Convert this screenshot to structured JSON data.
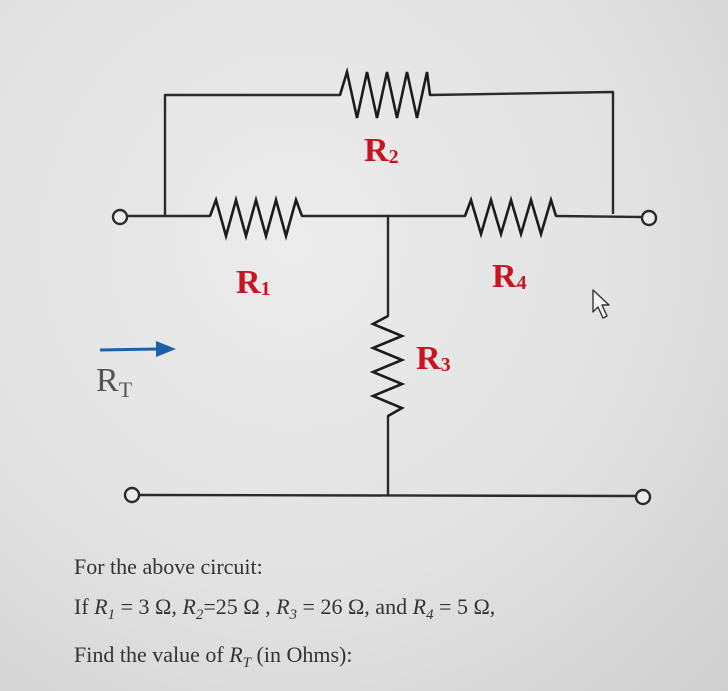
{
  "diagram": {
    "labels": {
      "r1": {
        "base": "R",
        "sub": "1"
      },
      "r2": {
        "base": "R",
        "sub": "2"
      },
      "r3": {
        "base": "R",
        "sub": "3"
      },
      "r4": {
        "base": "R",
        "sub": "4"
      },
      "rt": {
        "base": "R",
        "sub": "T"
      }
    },
    "colors": {
      "label": "#c8141e",
      "wire": "#2a2a2a",
      "arrow": "#1f5fa8"
    }
  },
  "problem": {
    "line1": "For the above circuit:",
    "line2": {
      "prefix": "If ",
      "r1": "R",
      "r1_sub": "1",
      "r1_val": " = 3 Ω, ",
      "r2": "R",
      "r2_sub": "2",
      "r2_val": "=25 Ω , ",
      "r3": "R",
      "r3_sub": "3",
      "r3_val": " = 26 Ω, and ",
      "r4": "R",
      "r4_sub": "4",
      "r4_val": " = 5 Ω,"
    },
    "line3": {
      "prefix": "Find the value of ",
      "rt": "R",
      "rt_sub": "T",
      "suffix": " (in Ohms):"
    }
  }
}
